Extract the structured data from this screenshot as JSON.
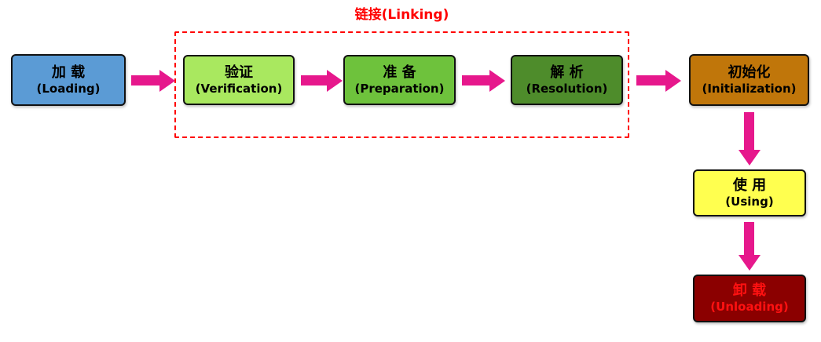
{
  "title": "链接(Linking)",
  "nodes": {
    "loading": {
      "zh": "加 载",
      "en": "(Loading)",
      "bg": "#5B9BD5",
      "fg": "#000000"
    },
    "verification": {
      "zh": "验证",
      "en": "(Verification)",
      "bg": "#A9E85F",
      "fg": "#000000"
    },
    "preparation": {
      "zh": "准 备",
      "en": "(Preparation)",
      "bg": "#6EC23C",
      "fg": "#000000"
    },
    "resolution": {
      "zh": "解 析",
      "en": "(Resolution)",
      "bg": "#4E8C2B",
      "fg": "#000000"
    },
    "initialization": {
      "zh": "初始化",
      "en": "(Initialization)",
      "bg": "#C0760A",
      "fg": "#000000"
    },
    "using": {
      "zh": "使 用",
      "en": "(Using)",
      "bg": "#FFFF4F",
      "fg": "#000000"
    },
    "unloading": {
      "zh": "卸 载",
      "en": "(Unloading)",
      "bg": "#8B0000",
      "fg": "#FF1111"
    }
  },
  "colors": {
    "arrow": "#E6188C",
    "group_border": "#FF0000",
    "title": "#FF0000",
    "node_border": "#111111",
    "background": "#FFFFFF"
  }
}
